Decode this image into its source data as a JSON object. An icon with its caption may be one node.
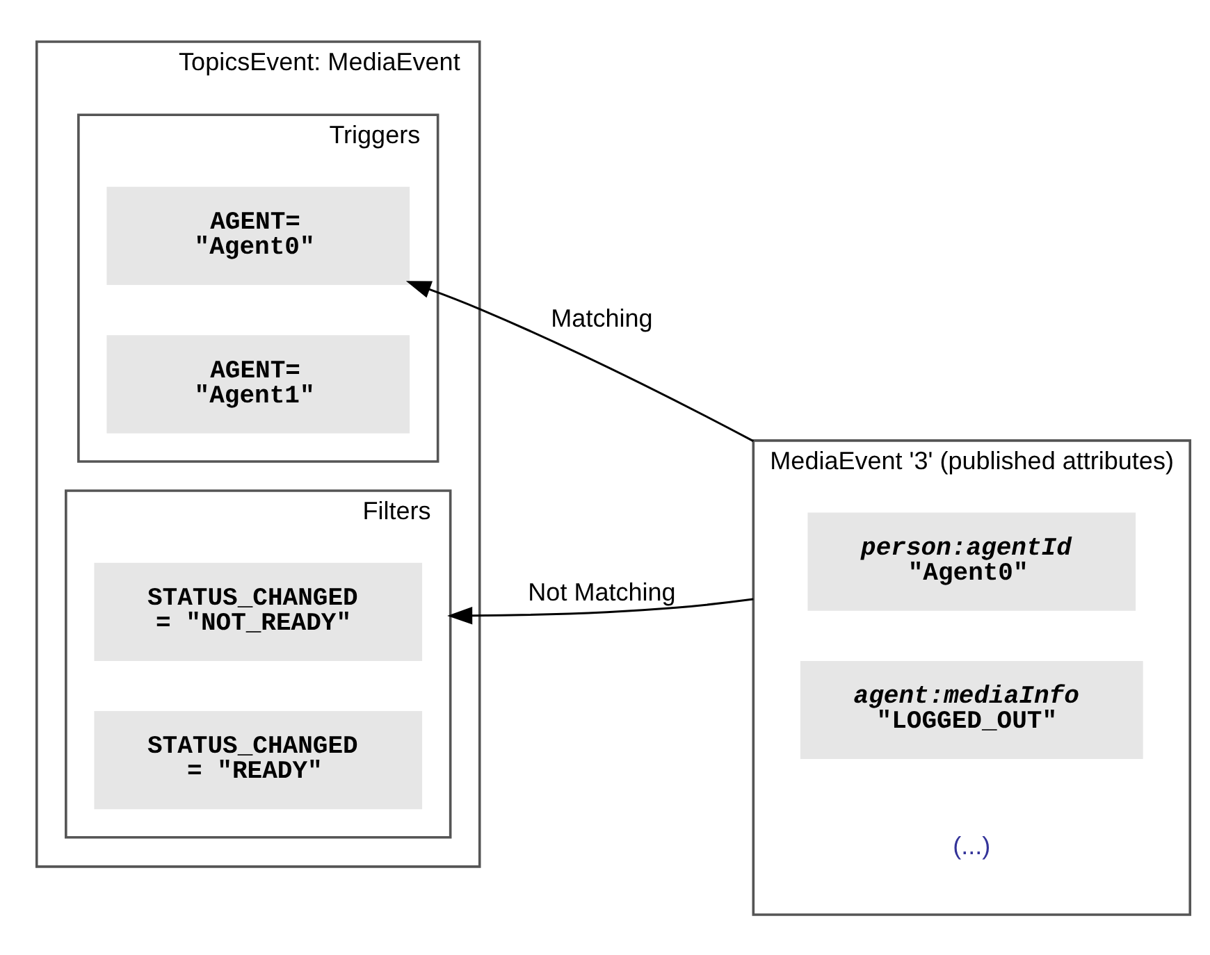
{
  "diagram": {
    "nodes": [
      {
        "text": [
          "TopicsEvent: MediaEvent"
        ]
      },
      {
        "text": [
          "Triggers"
        ],
        "in": 0
      },
      {
        "text": [
          "AGENT= \"Agent0\""
        ],
        "in": 1
      },
      {
        "text": [
          "AGENT= \"Agent1\""
        ],
        "in": 1
      },
      {
        "text": [
          "Filters"
        ],
        "in": 0
      },
      {
        "text": [
          "STATUS_CHANGED = \"NOT_READY\""
        ],
        "in": 4
      },
      {
        "text": [
          "STATUS_CHANGED = \"READY\""
        ],
        "in": 4
      },
      {
        "text": [
          "MediaEvent '3' (published attributes)"
        ]
      },
      {
        "text": [
          "person:agentId",
          "\"Agent0\""
        ],
        "in": 7
      },
      {
        "text": [
          "agent:mediaInfo",
          "\"LOGGED_OUT\""
        ],
        "in": 7
      }
    ],
    "edges": [
      {
        "from": 7,
        "to": 2,
        "arrow": "to",
        "label": "Matching"
      },
      {
        "from": 7,
        "to": 4,
        "arrow": "to",
        "label": "Not Matching"
      }
    ],
    "labels": [
      "(...)"
    ]
  }
}
